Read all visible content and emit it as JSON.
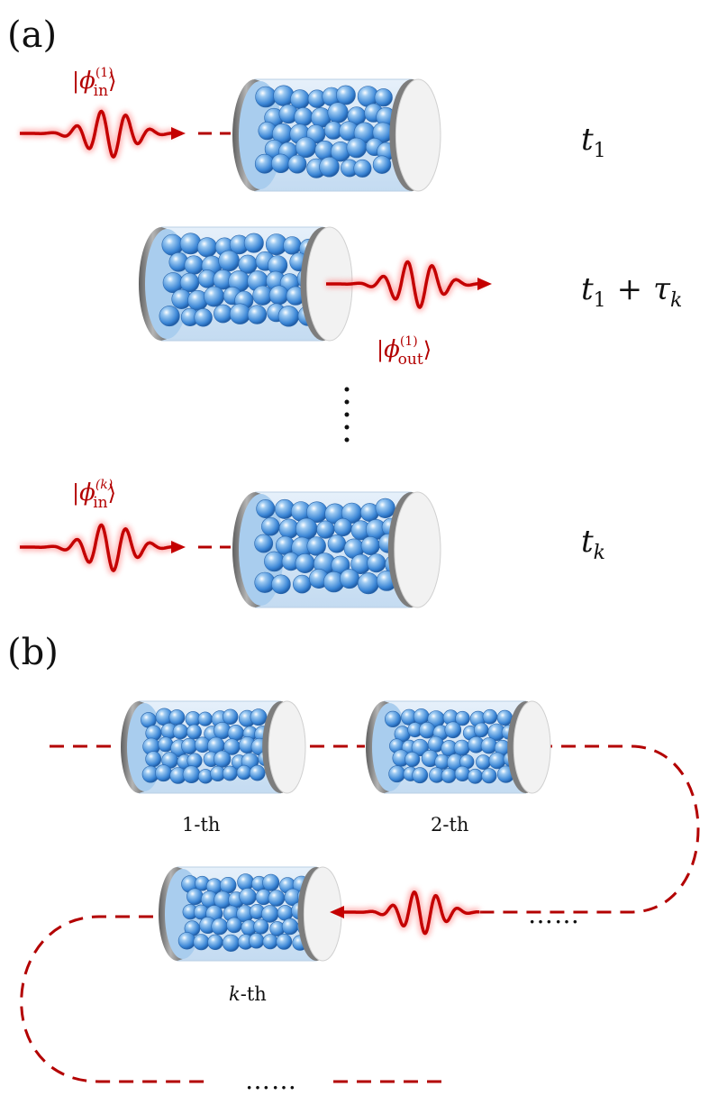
{
  "panels": {
    "a": "(a)",
    "b": "(b)"
  },
  "states": {
    "in_1": {
      "bar": "|",
      "phi": "ϕ",
      "sup": "(1)",
      "sub": "in",
      "ket": "⟩"
    },
    "out_1": {
      "bar": "|",
      "phi": "ϕ",
      "sup": "(1)",
      "sub": "out",
      "ket": "⟩"
    },
    "in_k": {
      "bar": "|",
      "phi": "ϕ",
      "sup": "(k)",
      "sub": "in",
      "ket": "⟩"
    }
  },
  "times": {
    "t1": {
      "var": "t",
      "sub": "1"
    },
    "t1_tau": {
      "var": "t",
      "sub": "1",
      "op": "+",
      "var2": "τ",
      "sub2": "k"
    },
    "tk": {
      "var": "t",
      "sub": "k"
    }
  },
  "memory_labels": {
    "first": "1-th",
    "second": "2-th",
    "kth_var": "k",
    "kth_suffix": "-th"
  },
  "ellipsis": {
    "row": "……",
    "bottom": "……"
  },
  "colors": {
    "photon": "#c40000",
    "dashed_line": "#b30000",
    "cylinder_glass": "#d7e8f7",
    "cylinder_inner": "#a9cdee",
    "atom": "#3b86d6",
    "cap_face": "#f2f2f2",
    "cap_rim": "#8c8c8c"
  }
}
